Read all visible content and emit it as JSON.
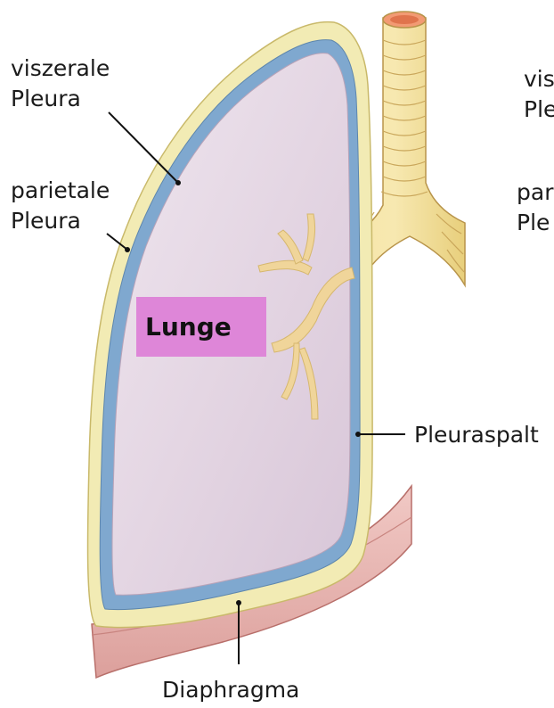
{
  "labels": {
    "visceral_pleura": [
      "viszerale",
      "Pleura"
    ],
    "parietal_pleura": [
      "parietale",
      "Pleura"
    ],
    "visceral_pleura_right_cut": [
      "vis",
      "Ple"
    ],
    "parietal_pleura_right_cut": [
      "par",
      "Ple"
    ],
    "pleural_gap": "Pleuraspalt",
    "diaphragm": "Diaphragma",
    "lung": "Lunge"
  },
  "colors": {
    "lung_fill": "#e6d9e5",
    "visceral_pleura": "#7fa8cf",
    "parietal_layer": "#f2ebb4",
    "trachea": "#f3dd8f",
    "trachea_lumen": "#f29a73",
    "bronchi_in_lung": "#f0d59a",
    "diaphragm": "#e8b6b2",
    "lung_label_highlight": "#de86d8"
  }
}
